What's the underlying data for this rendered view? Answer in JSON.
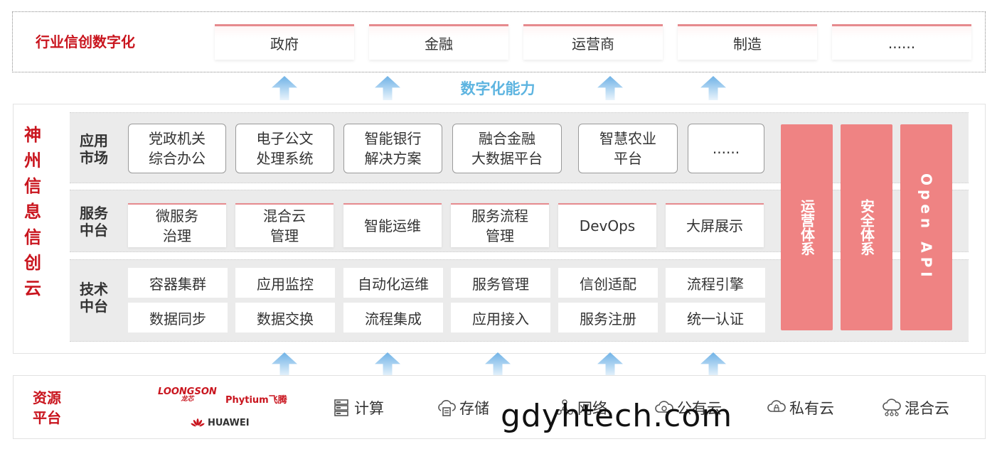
{
  "industry": {
    "title": "行业信创数字化",
    "items": [
      "政府",
      "金融",
      "运营商",
      "制造",
      "......"
    ]
  },
  "capability_label": "数字化能力",
  "platform_title": "神州信息信创云",
  "rows": {
    "app": {
      "label": "应用市场",
      "items": [
        "党政机关\n综合办公",
        "电子公文\n处理系统",
        "智能银行\n解决方案",
        "融合金融\n大数据平台",
        "智慧农业\n平台",
        "......"
      ]
    },
    "service": {
      "label": "服务中台",
      "items": [
        "微服务\n治理",
        "混合云\n管理",
        "智能运维",
        "服务流程\n管理",
        "DevOps",
        "大屏展示"
      ]
    },
    "tech": {
      "label": "技术中台",
      "row1": [
        "容器集群",
        "应用监控",
        "自动化运维",
        "服务管理",
        "信创适配",
        "流程引擎"
      ],
      "row2": [
        "数据同步",
        "数据交换",
        "流程集成",
        "应用接入",
        "服务注册",
        "统一认证"
      ]
    }
  },
  "pillars": [
    "运营体系",
    "安全体系",
    "Open API"
  ],
  "resources": {
    "title": "资源平台",
    "logos": {
      "loongson": "LOONGSON",
      "loongson_cn": "龙芯",
      "phytium": "Phytium飞腾",
      "huawei": "HUAWEI"
    },
    "items": [
      {
        "label": "计算",
        "icon": "server-icon"
      },
      {
        "label": "存储",
        "icon": "cloud-storage-icon"
      },
      {
        "label": "网络",
        "icon": "network-icon"
      },
      {
        "label": "公有云",
        "icon": "public-cloud-icon"
      },
      {
        "label": "私有云",
        "icon": "private-cloud-icon"
      },
      {
        "label": "混合云",
        "icon": "hybrid-cloud-icon"
      }
    ]
  },
  "watermark": "gdyhtech.com",
  "colors": {
    "brand_red": "#c9151e",
    "pillar_red": "#ef8383",
    "accent_blue": "#5db4e0",
    "card_top_border": "#e68a8e"
  }
}
